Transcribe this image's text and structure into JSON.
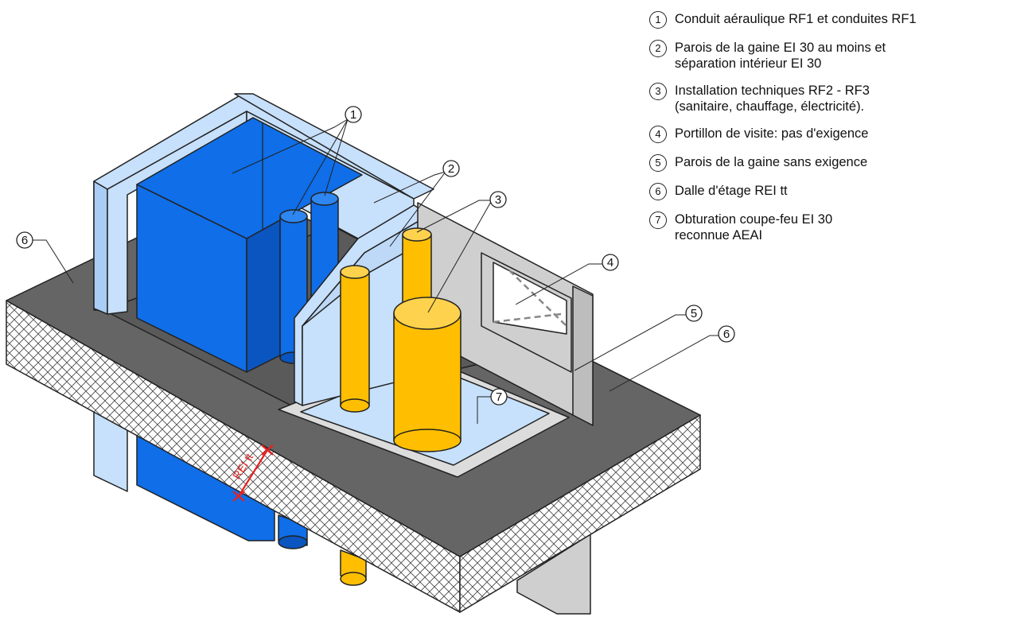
{
  "legend": [
    {
      "num": "1",
      "text": "Conduit aéraulique RF1 et conduites RF1"
    },
    {
      "num": "2",
      "text": "Parois de la gaine EI 30 au moins et\nséparation intérieur EI 30"
    },
    {
      "num": "3",
      "text": "Installation techniques RF2 - RF3\n(sanitaire, chauffage, électricité)."
    },
    {
      "num": "4",
      "text": "Portillon de visite: pas d'exigence"
    },
    {
      "num": "5",
      "text": "Parois de la gaine sans exigence"
    },
    {
      "num": "6",
      "text": "Dalle d'étage REI tt"
    },
    {
      "num": "7",
      "text": "Obturation coupe-feu EI 30\nreconnue AEAI"
    }
  ],
  "callouts": {
    "c1": "1",
    "c2": "2",
    "c3": "3",
    "c4": "4",
    "c5": "5",
    "c6a": "6",
    "c6b": "6",
    "c7": "7"
  },
  "dimension_label": "REI tt",
  "colors": {
    "duct_blue": "#0f6ee8",
    "pipe_yellow": "#ffbf00",
    "wall_light_blue": "#c7e0fb",
    "wall_grey": "#cfcfcf",
    "slab_top": "#656565",
    "dimension_red": "#e8211f"
  }
}
